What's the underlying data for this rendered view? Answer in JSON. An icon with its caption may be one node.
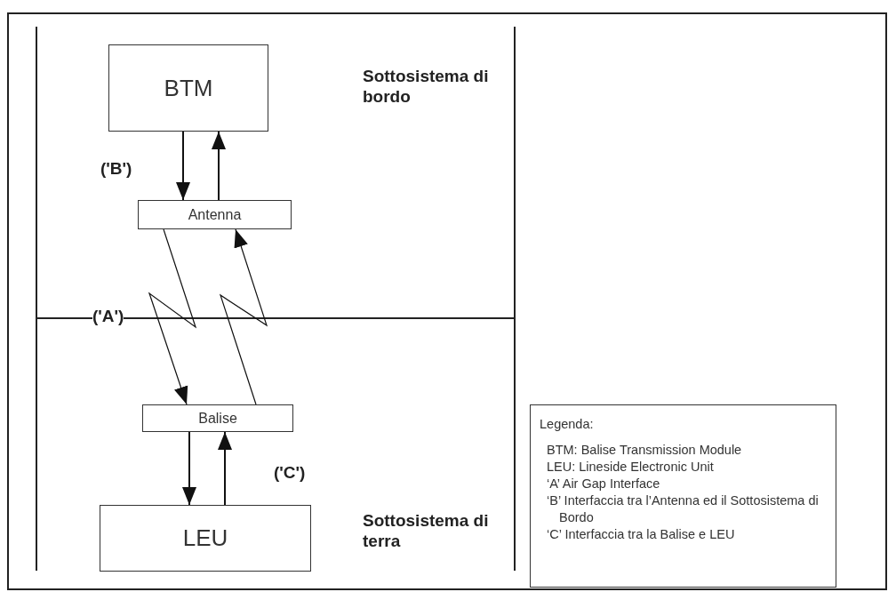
{
  "diagram": {
    "nodes": [
      {
        "text": [
          "BTM"
        ]
      },
      {
        "text": [
          "Antenna"
        ]
      },
      {
        "text": [
          "Balise"
        ]
      },
      {
        "text": [
          "LEU"
        ]
      },
      {
        "text": [
          "Legenda:",
          "BTM: Balise Transmission Module",
          "LEU: Lineside Electronic Unit",
          "‘A’ Air Gap Interface",
          "‘B’ Interfaccia tra l’Antenna ed il Sottosistema di Bordo",
          "‘C’ Interfaccia tra la Balise e LEU"
        ]
      }
    ],
    "edges": [
      {
        "from": 0,
        "to": 1,
        "arrow": "to"
      },
      {
        "from": 1,
        "to": 0,
        "arrow": "to"
      },
      {
        "from": 1,
        "to": 2,
        "arrow": "to"
      },
      {
        "from": 2,
        "to": 1,
        "arrow": "to"
      },
      {
        "from": 2,
        "to": 3,
        "arrow": "to"
      },
      {
        "from": 3,
        "to": 2,
        "arrow": "to"
      }
    ],
    "labels": [
      "Sottosistema di bordo",
      "('B')",
      "('A')",
      "('C')",
      "Sottosistema di terra"
    ]
  }
}
